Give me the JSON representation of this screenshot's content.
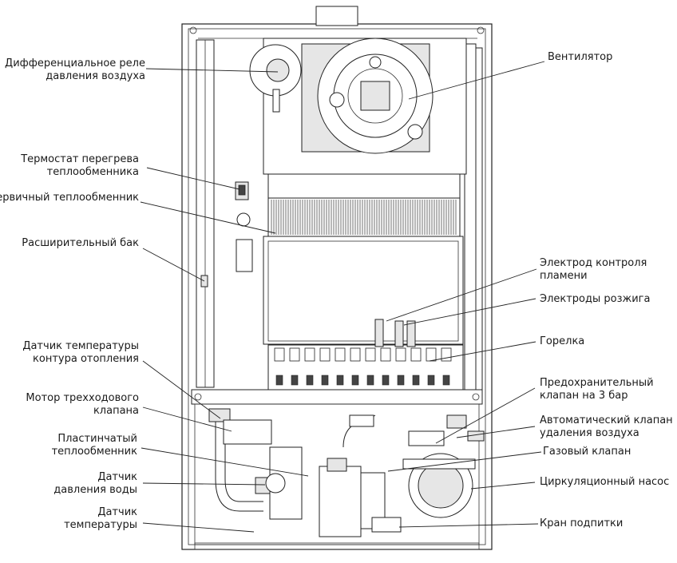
{
  "labels": {
    "diff_relay": [
      "Дифференциальное реле",
      "давления воздуха"
    ],
    "overheat_thermostat": [
      "Термостат перегрева",
      "теплообменника"
    ],
    "primary_hex": [
      "Первичный теплообменник"
    ],
    "expansion_tank": [
      "Расширительный бак"
    ],
    "heating_temp_sensor": [
      "Датчик температуры",
      "контура отопления"
    ],
    "three_way_motor": [
      "Мотор трехходового",
      "клапана"
    ],
    "plate_hex": [
      "Пластинчатый",
      "теплообменник"
    ],
    "water_pressure_sensor": [
      "Датчик",
      "давления воды"
    ],
    "temp_sensor": [
      "Датчик",
      "температуры"
    ],
    "fan": [
      "Вентилятор"
    ],
    "flame_electrode": [
      "Электрод контроля",
      "пламени"
    ],
    "ignition_electrodes": [
      "Электроды розжига"
    ],
    "burner": [
      "Горелка"
    ],
    "safety_valve": [
      "Предохранительный",
      "клапан на 3 бар"
    ],
    "air_vent": [
      "Автоматический клапан",
      "удаления воздуха"
    ],
    "gas_valve": [
      "Газовый клапан"
    ],
    "circ_pump": [
      "Циркуляционный насос"
    ],
    "fill_tap": [
      "Кран подпитки"
    ]
  }
}
